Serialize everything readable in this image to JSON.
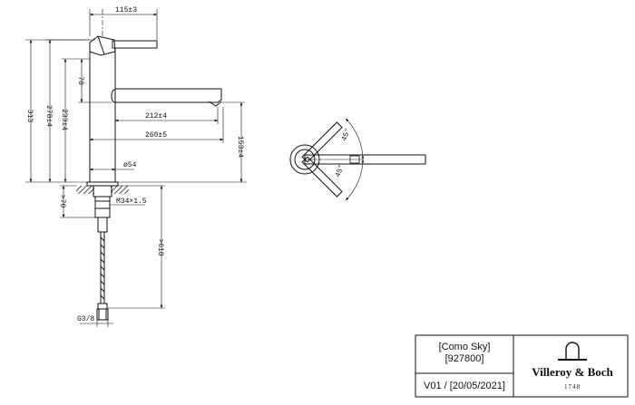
{
  "dimensions": {
    "top_width": "115±3",
    "total_height": "313",
    "height_278": "278±4",
    "height_233": "233±4",
    "spout_drop": "70",
    "reach_212": "212±4",
    "reach_260": "260±5",
    "spout_height": "153±4",
    "base_diameter": "ø54",
    "under_counter": ">70",
    "thread": "M34×1.5",
    "hose_length": ">610",
    "hose_connector": "G3/8"
  },
  "plan_view": {
    "angle_upper": "45°",
    "angle_lower": "45°"
  },
  "title_block": {
    "product_name": "[Como Sky]",
    "product_code": "[927800]",
    "version": "V01 / [20/05/2021]",
    "brand": "Villeroy & Boch",
    "brand_year": "1748"
  }
}
